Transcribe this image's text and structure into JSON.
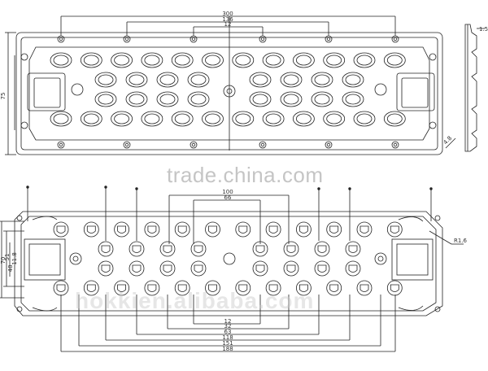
{
  "watermark": {
    "main": "trade.china.com",
    "bottom": "hokkien.alibaba.com"
  },
  "top_view": {
    "dims_top": [
      "300",
      "136",
      "12"
    ],
    "dim_left": "75",
    "dim_right": [
      "1.5",
      "4.8"
    ]
  },
  "bottom_view": {
    "dims_top": [
      "100",
      "66"
    ],
    "dims_left": [
      "70",
      "51",
      "48",
      "11.8"
    ],
    "dim_right": "R1.6",
    "dims_bottom": [
      "12",
      "32",
      "63",
      "118",
      "151",
      "188"
    ]
  },
  "colors": {
    "line": "#222222",
    "bg": "#ffffff"
  }
}
